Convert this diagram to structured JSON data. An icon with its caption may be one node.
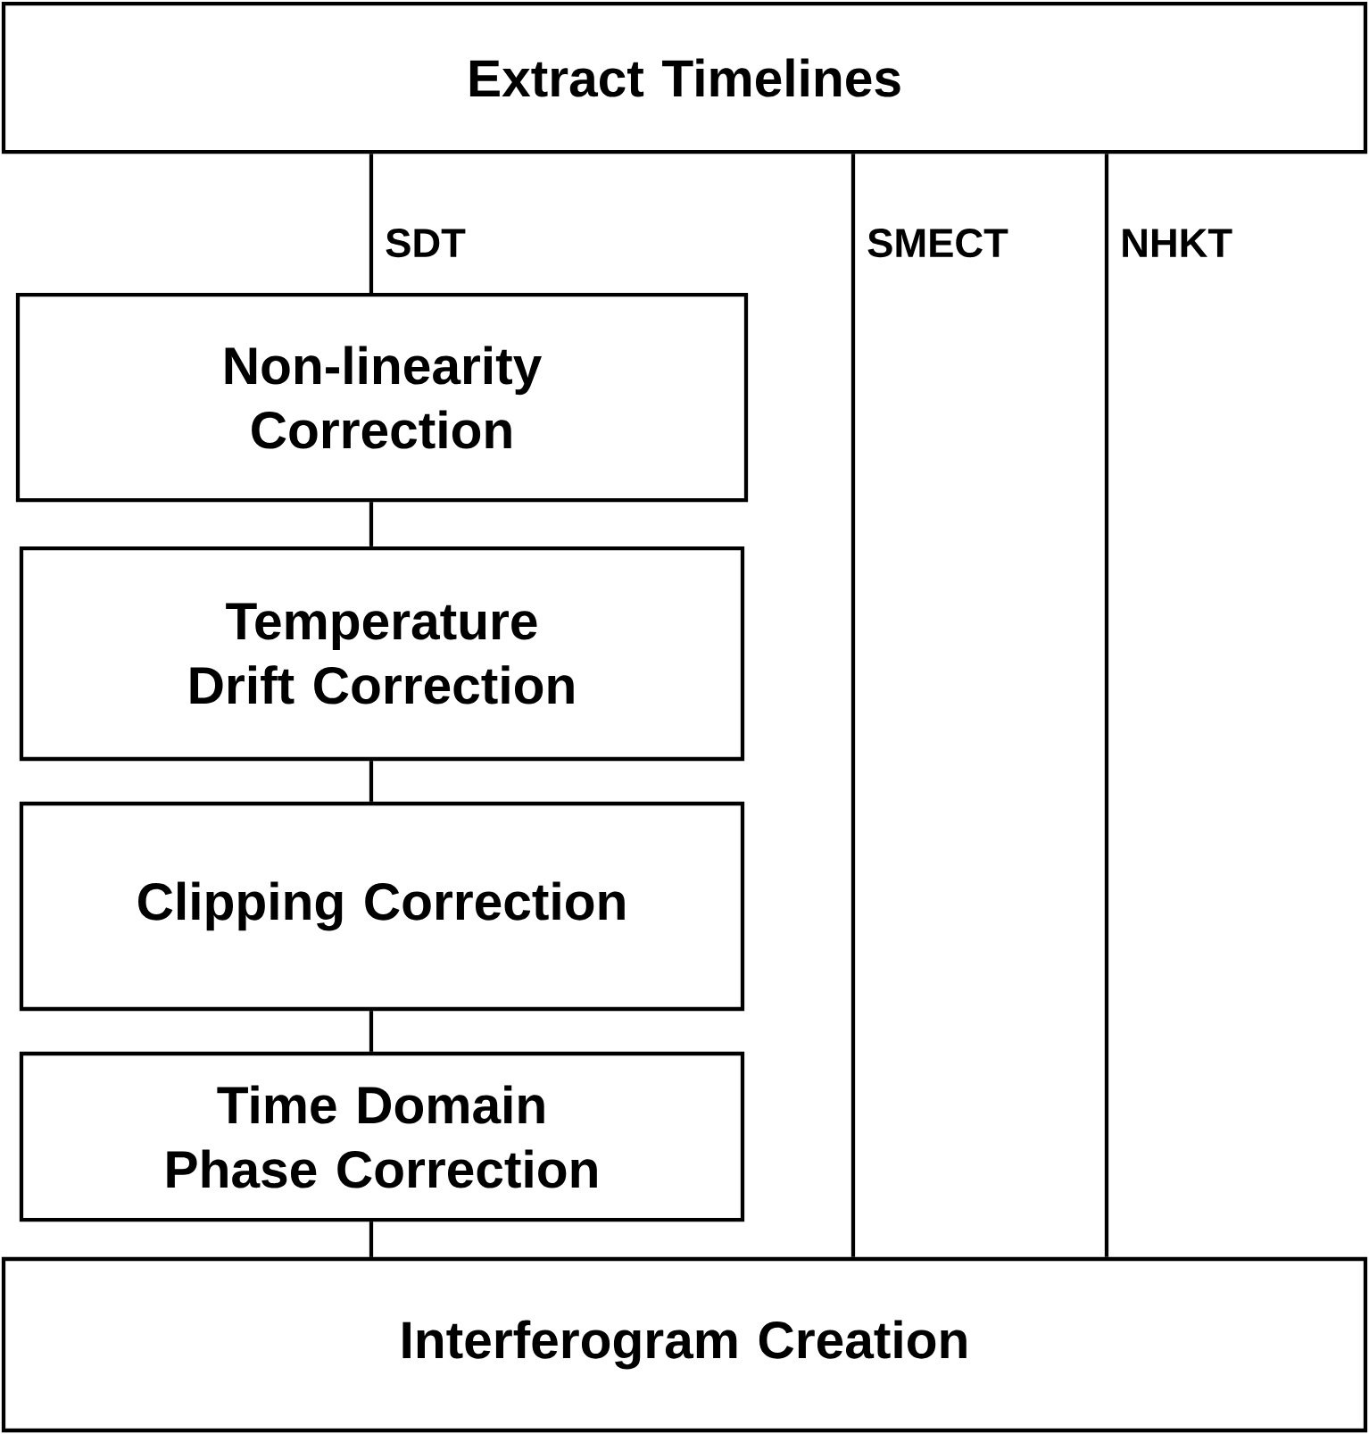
{
  "diagram": {
    "nodes": [
      {
        "text": [
          "Extract Timelines"
        ]
      },
      {
        "text": [
          "Non-linearity Correction"
        ]
      },
      {
        "text": [
          "Temperature Drift Correction"
        ]
      },
      {
        "text": [
          "Clipping Correction"
        ]
      },
      {
        "text": [
          "Time Domain Phase Correction"
        ]
      },
      {
        "text": [
          "Interferogram Creation"
        ]
      }
    ],
    "edges": [
      {
        "from": 0,
        "to": 1,
        "arrow": "none",
        "label": "SDT"
      },
      {
        "from": 1,
        "to": 2,
        "arrow": "none"
      },
      {
        "from": 2,
        "to": 3,
        "arrow": "none"
      },
      {
        "from": 3,
        "to": 4,
        "arrow": "none"
      },
      {
        "from": 4,
        "to": 5,
        "arrow": "none"
      },
      {
        "from": 0,
        "to": 5,
        "arrow": "none",
        "label": "SMECT"
      },
      {
        "from": 0,
        "to": 5,
        "arrow": "none",
        "label": "NHKT"
      }
    ]
  }
}
